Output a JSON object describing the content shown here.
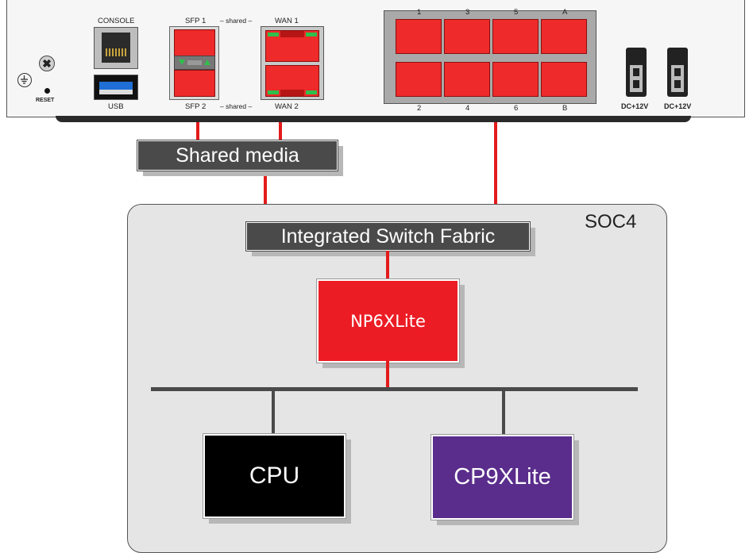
{
  "panel": {
    "console_label": "CONSOLE",
    "usb_label": "USB",
    "reset_label": "RESET",
    "sfp1_label": "SFP 1",
    "sfp2_label": "SFP 2",
    "shared_top": "– shared –",
    "shared_bottom": "– shared –",
    "wan1_label": "WAN 1",
    "wan2_label": "WAN 2",
    "switch_top_labels": [
      "1",
      "3",
      "5",
      "A"
    ],
    "switch_bottom_labels": [
      "2",
      "4",
      "6",
      "B"
    ],
    "power1_label": "DC+12V",
    "power2_label": "DC+12V"
  },
  "diagram": {
    "shared_media": "Shared media",
    "switch_fabric": "Integrated Switch Fabric",
    "soc_label": "SOC4",
    "np_label": "NP6XLite",
    "cpu_label": "CPU",
    "cp_label": "CP9XLite"
  },
  "colors": {
    "port_red": "#ee2a2a",
    "wire_red": "#e41b1b",
    "np_red": "#ec1c24",
    "cpu_black": "#000000",
    "cp_purple": "#5a2d8c",
    "dark_label": "#4a4a4a"
  }
}
